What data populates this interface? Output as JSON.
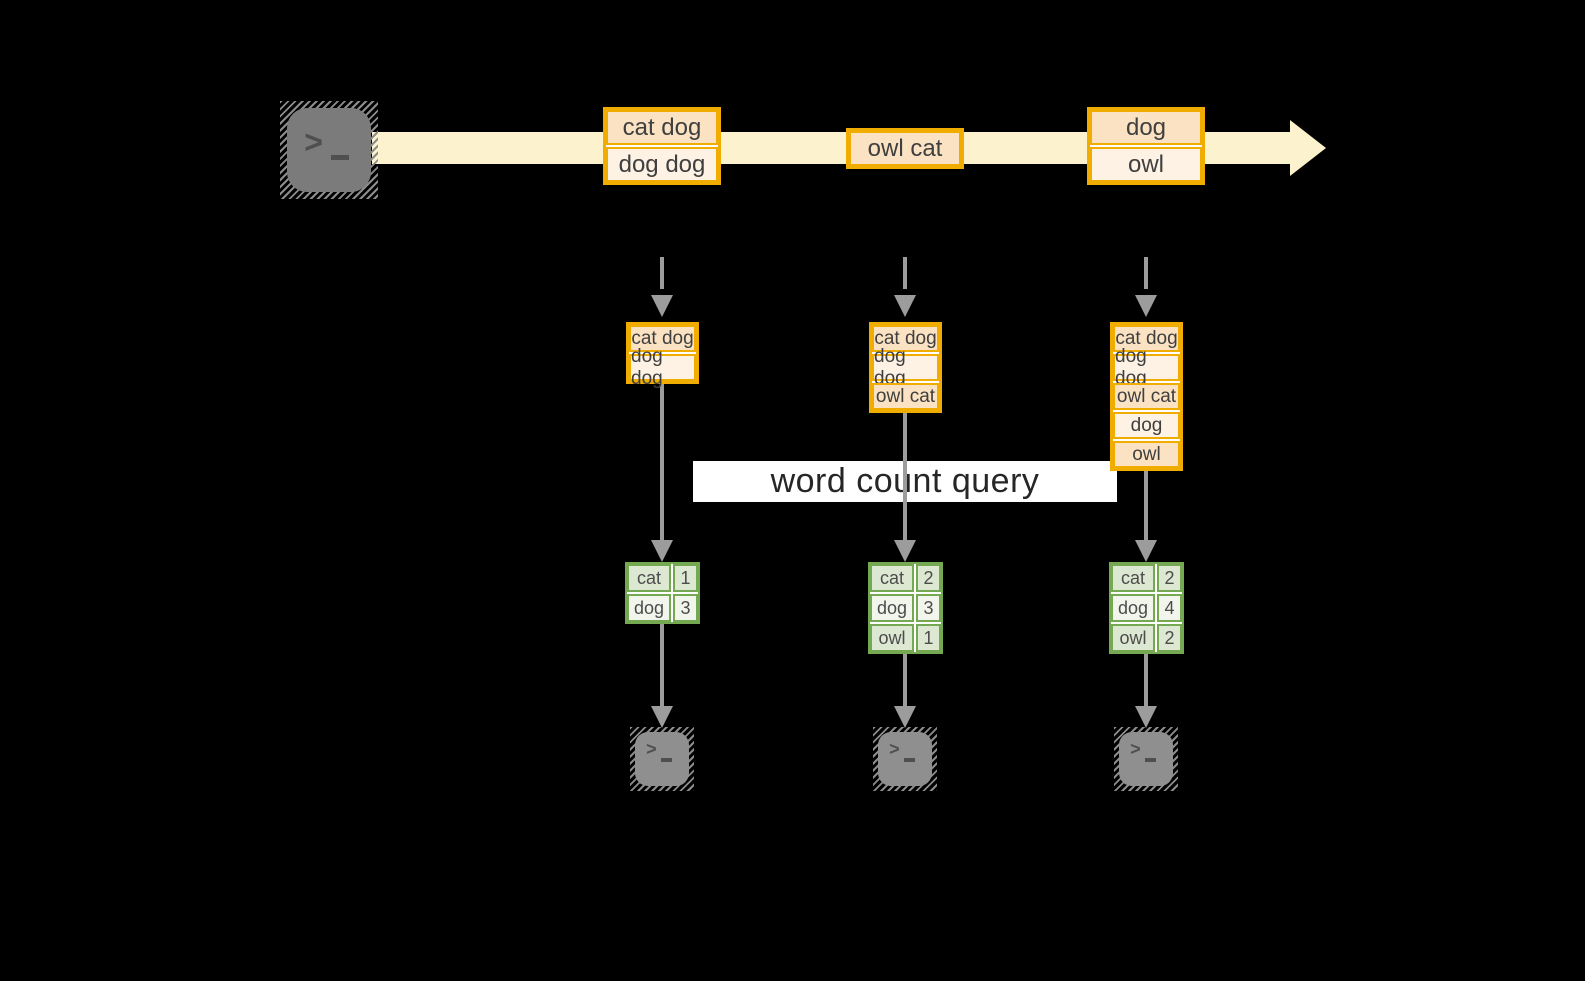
{
  "banner": {
    "label": "word count query"
  },
  "stream": {
    "batches": [
      {
        "rows": [
          "cat dog",
          "dog dog"
        ]
      },
      {
        "rows": [
          "owl cat"
        ]
      },
      {
        "rows": [
          "dog",
          "owl"
        ]
      }
    ]
  },
  "pipelines": [
    {
      "buffer": [
        "cat dog",
        "dog dog"
      ],
      "counts": [
        {
          "word": "cat",
          "count": "1"
        },
        {
          "word": "dog",
          "count": "3"
        }
      ]
    },
    {
      "buffer": [
        "cat dog",
        "dog dog",
        "owl cat"
      ],
      "counts": [
        {
          "word": "cat",
          "count": "2"
        },
        {
          "word": "dog",
          "count": "3"
        },
        {
          "word": "owl",
          "count": "1"
        }
      ]
    },
    {
      "buffer": [
        "cat dog",
        "dog dog",
        "owl cat",
        "dog",
        "owl"
      ],
      "counts": [
        {
          "word": "cat",
          "count": "2"
        },
        {
          "word": "dog",
          "count": "4"
        },
        {
          "word": "owl",
          "count": "2"
        }
      ]
    }
  ],
  "icons": {
    "source": "terminal-icon",
    "sinks": [
      "terminal-icon",
      "terminal-icon",
      "terminal-icon"
    ]
  },
  "colors": {
    "stream_band": "#fcf2cd",
    "record_border": "#f0ad00",
    "record_fill_dark": "#fae2c3",
    "record_fill_light": "#fdf2e4",
    "table_border": "#74a851",
    "table_fill_dark": "#dde8d2",
    "table_fill_light": "#f1f5ec",
    "arrow_gray": "#9c9c9c",
    "terminal_gray": "#7b7b7b"
  }
}
